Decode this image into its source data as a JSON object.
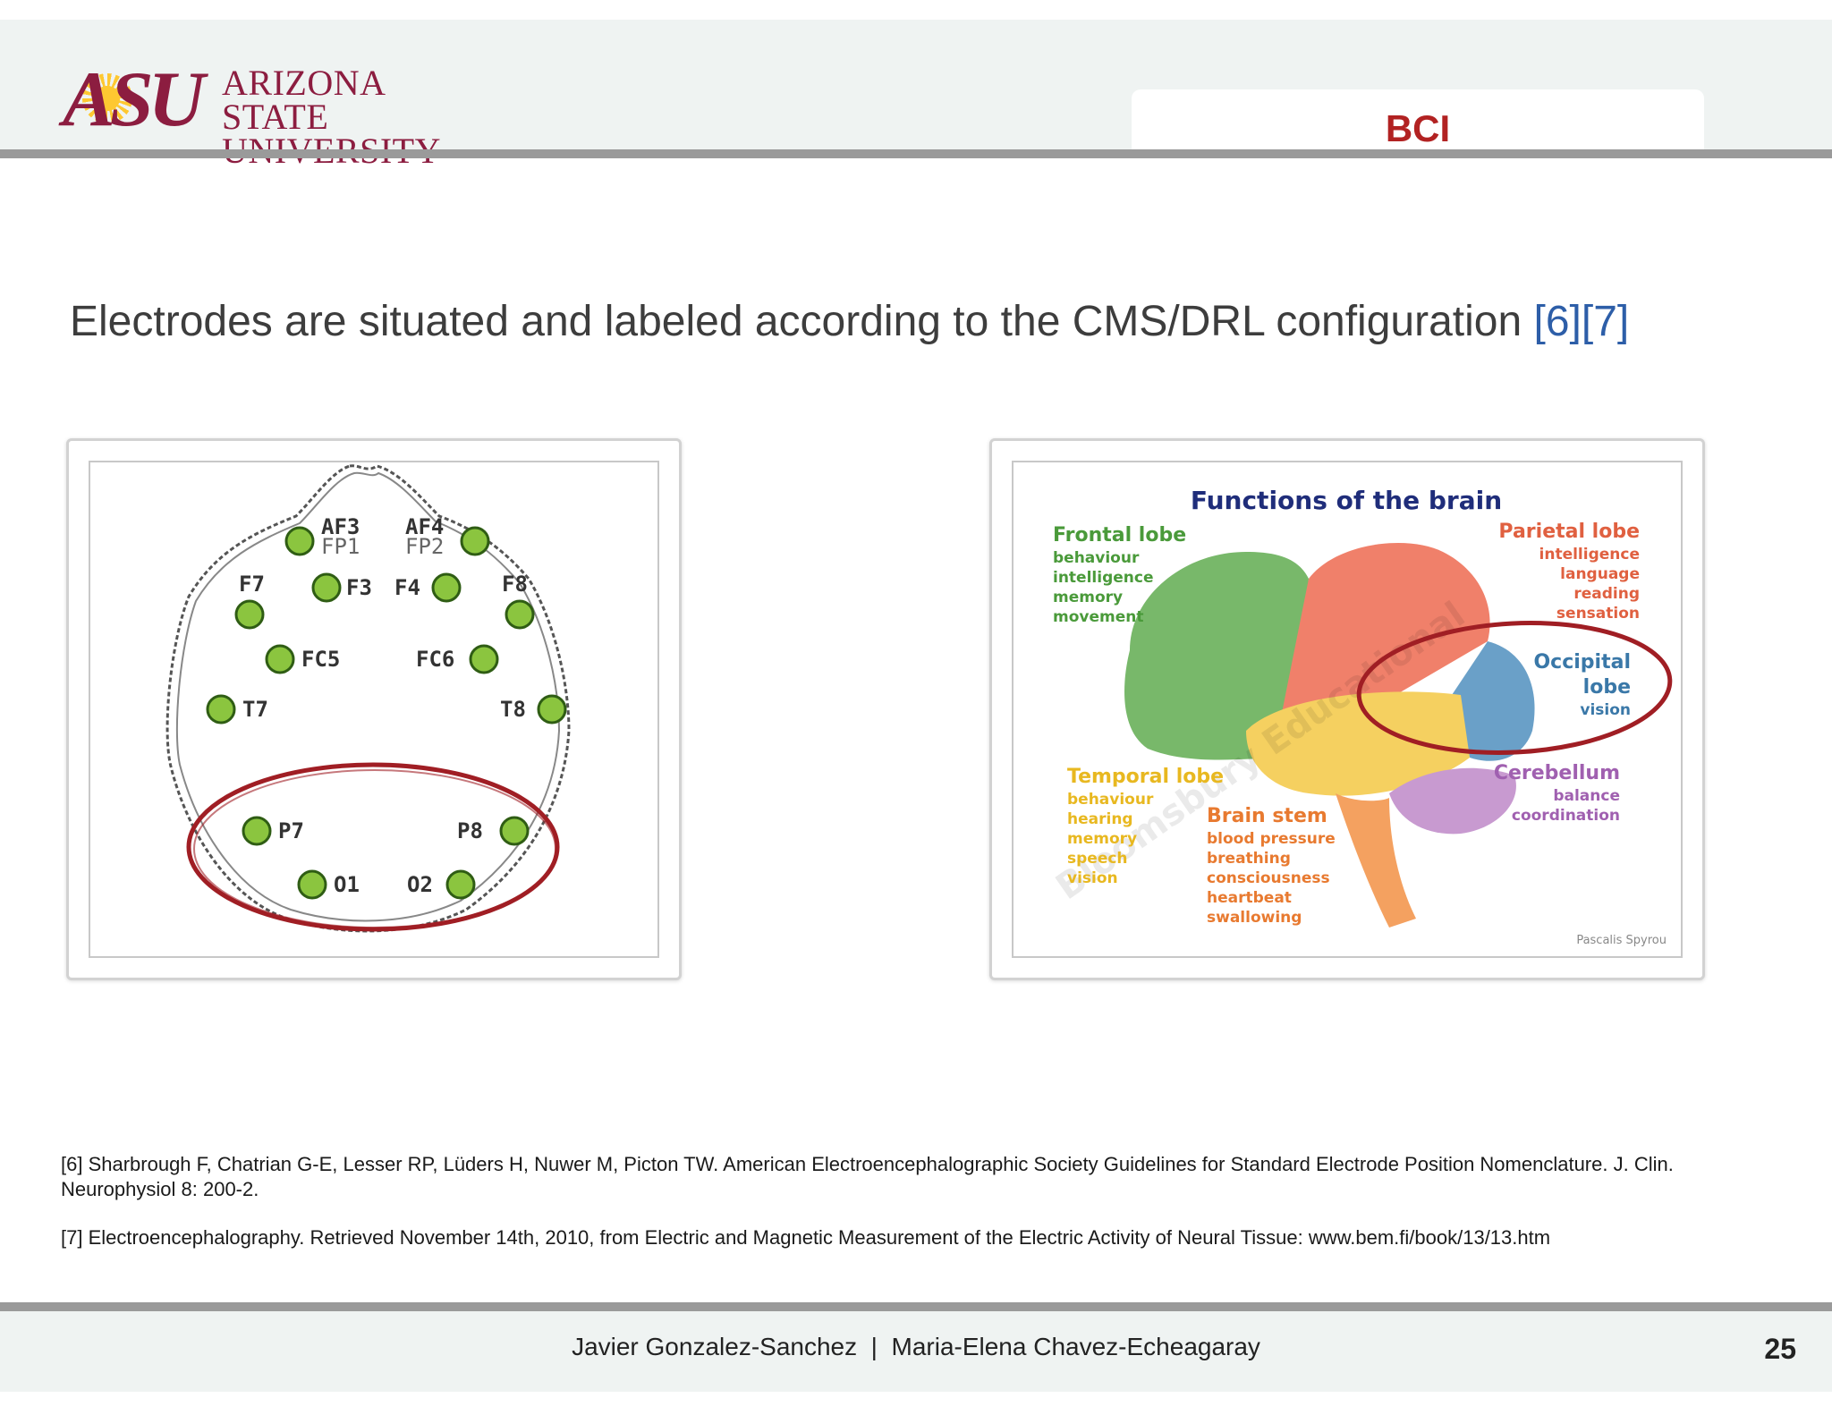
{
  "header": {
    "logo_mark": "ASU",
    "logo_line1": "ARIZONA STATE",
    "logo_line2": "UNIVERSITY",
    "tab_label": "BCI"
  },
  "title": {
    "text": "Electrodes are situated and labeled according to the CMS/DRL configuration",
    "refs": "[6][7]"
  },
  "electrode_figure": {
    "labels": [
      "AF3",
      "FP1",
      "AF4",
      "FP2",
      "F7",
      "F3",
      "F4",
      "F8",
      "FC5",
      "FC6",
      "T7",
      "T8",
      "P7",
      "P8",
      "O1",
      "O2"
    ]
  },
  "brain_figure": {
    "title": "Functions of the brain",
    "frontal": {
      "name": "Frontal lobe",
      "items": [
        "behaviour",
        "intelligence",
        "memory",
        "movement"
      ]
    },
    "parietal": {
      "name": "Parietal lobe",
      "items": [
        "intelligence",
        "language",
        "reading",
        "sensation"
      ]
    },
    "occipital": {
      "name1": "Occipital",
      "name2": "lobe",
      "items": [
        "vision"
      ]
    },
    "temporal": {
      "name": "Temporal lobe",
      "items": [
        "behaviour",
        "hearing",
        "memory",
        "speech",
        "vision"
      ]
    },
    "brainstem": {
      "name": "Brain stem",
      "items": [
        "blood pressure",
        "breathing",
        "consciousness",
        "heartbeat",
        "swallowing"
      ]
    },
    "cerebellum": {
      "name": "Cerebellum",
      "items": [
        "balance",
        "coordination"
      ]
    },
    "watermark": "Bloomsbury Educational",
    "credit": "Pascalis Spyrou",
    "colors": {
      "frontal": "#78b86a",
      "parietal": "#f0806a",
      "occipital": "#6aa0c8",
      "temporal": "#f5d060",
      "cerebellum": "#c89ad0",
      "brainstem": "#f4a160",
      "highlight": "#a01e24"
    }
  },
  "references": [
    "[6] Sharbrough F, Chatrian G-E, Lesser RP, Lüders H, Nuwer M, Picton TW. American Electroencephalographic Society Guidelines for Standard Electrode Position Nomenclature. J. Clin. Neurophysiol 8: 200-2.",
    "[7] Electroencephalography. Retrieved November 14th, 2010, from Electric and Magnetic Measurement of the Electric Activity of Neural Tissue: www.bem.fi/book/13/13.htm"
  ],
  "footer": {
    "authors": "Javier Gonzalez-Sanchez  |  Maria-Elena Chavez-Echeagaray",
    "page_number": "25"
  }
}
